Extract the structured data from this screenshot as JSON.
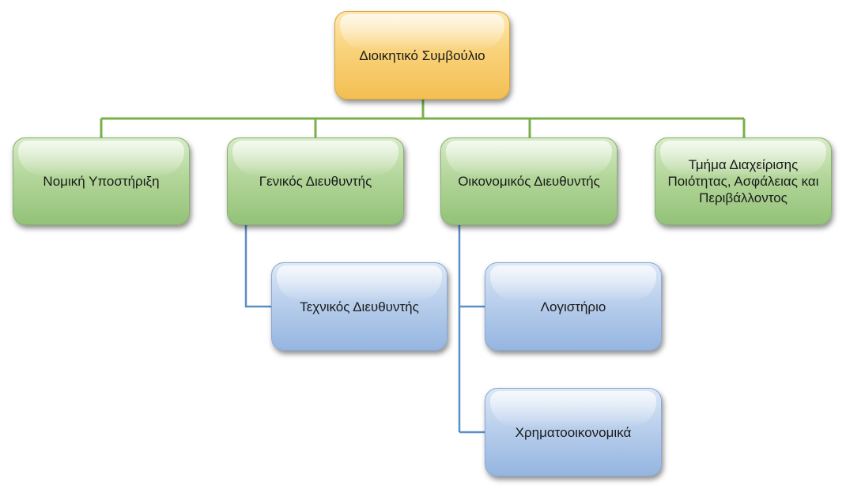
{
  "org_chart": {
    "root": {
      "label": "Διοικητικό Συμβούλιο",
      "color": "#f9d27a"
    },
    "level1": [
      {
        "id": "legal",
        "label": "Νομική Υποστήριξη"
      },
      {
        "id": "gm",
        "label": "Γενικός Διευθυντής"
      },
      {
        "id": "cfo",
        "label": "Οικονομικός Διευθυντής"
      },
      {
        "id": "quality",
        "label": "Τμήμα Διαχείρισης Ποιότητας, Ασφάλειας και Περιβάλλοντος"
      }
    ],
    "level2": [
      {
        "id": "tech",
        "parent": "gm",
        "label": "Τεχνικός Διευθυντής"
      },
      {
        "id": "accounting",
        "parent": "cfo",
        "label": "Λογιστήριο"
      },
      {
        "id": "finance",
        "parent": "cfo",
        "label": "Χρηματοοικονομικά"
      }
    ],
    "colors": {
      "level1_fill": "#b3d69a",
      "level2_fill": "#b9cfec",
      "green_connector": "#78b04a",
      "blue_connector": "#5b8fc7"
    }
  }
}
